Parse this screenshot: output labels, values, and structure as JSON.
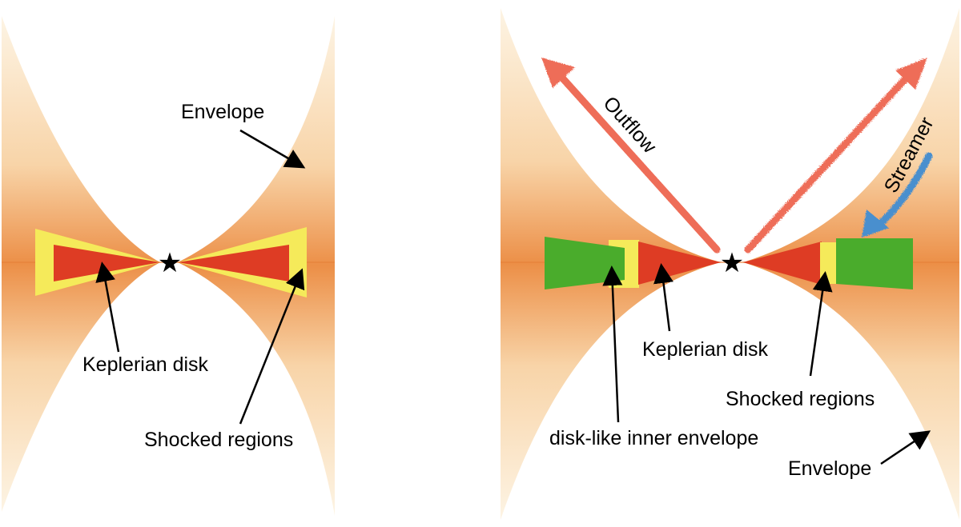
{
  "left_panel": {
    "envelope_label": "Envelope",
    "keplerian_label": "Keplerian disk",
    "shocked_label": "Shocked regions"
  },
  "right_panel": {
    "outflow_label": "Outflow",
    "streamer_label": "Streamer",
    "keplerian_label": "Keplerian disk",
    "shocked_label": "Shocked regions",
    "inner_envelope_label": "disk-like inner envelope",
    "envelope_label": "Envelope"
  },
  "star_glyph": "★",
  "colors": {
    "envelope_outer": "#fdf3e1",
    "envelope_inner": "#ec8f47",
    "keplerian_disk": "#de3c24",
    "shocked_region": "#f5ea5a",
    "inner_envelope": "#4aac2c",
    "outflow": "#ee6d58",
    "streamer": "#4a8fce"
  }
}
